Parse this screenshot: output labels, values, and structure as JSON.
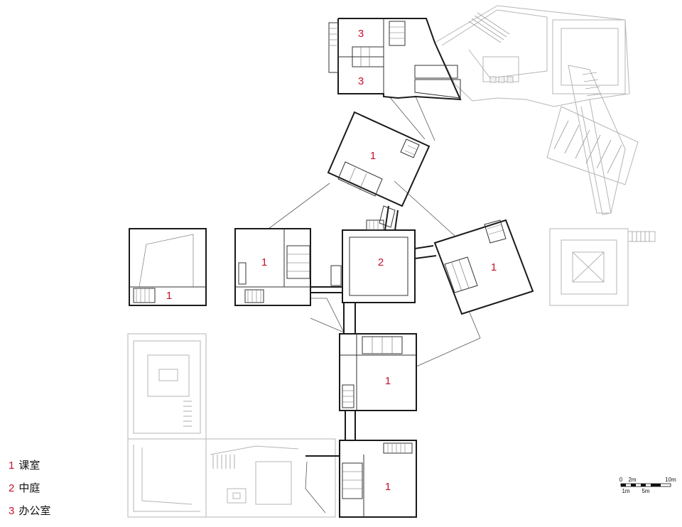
{
  "plan": {
    "room_labels": [
      {
        "number": "3"
      },
      {
        "number": "3"
      },
      {
        "number": "1"
      },
      {
        "number": "1"
      },
      {
        "number": "1"
      },
      {
        "number": "2"
      },
      {
        "number": "1"
      },
      {
        "number": "1"
      },
      {
        "number": "1"
      }
    ]
  },
  "legend": [
    {
      "number": "1",
      "name": "课室"
    },
    {
      "number": "2",
      "name": "中庭"
    },
    {
      "number": "3",
      "name": "办公室"
    }
  ],
  "scale_bar": {
    "top_labels": [
      "0",
      "2m",
      "10m"
    ],
    "bottom_labels": [
      "1m",
      "5m"
    ]
  }
}
